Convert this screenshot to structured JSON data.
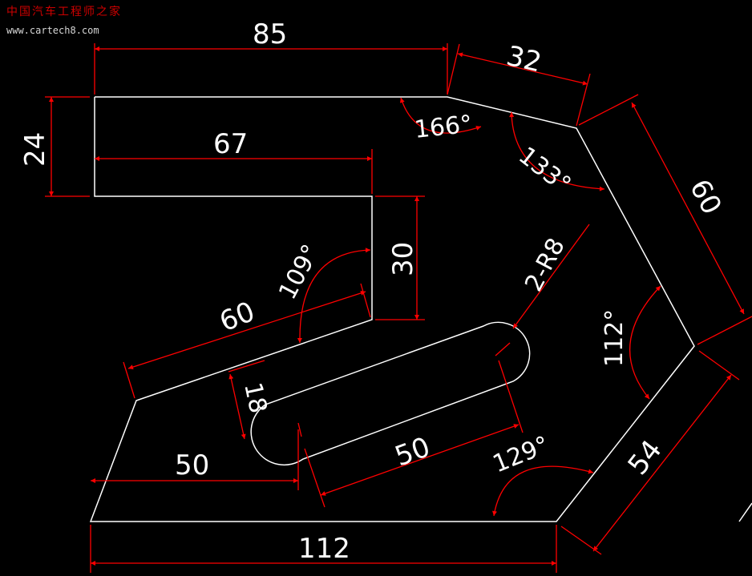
{
  "watermark": {
    "line1": "中国汽车工程师之家",
    "url": "www.cartech8.com"
  },
  "colors": {
    "background": "#000000",
    "outline": "#ffffff",
    "dimension": "#ff0000",
    "text": "#ffffff"
  },
  "dimensions": {
    "d85": "85",
    "d32": "32",
    "d24": "24",
    "d67": "67",
    "d166": "166°",
    "d133": "133°",
    "d60_right": "60",
    "d30": "30",
    "d109": "109°",
    "d2r8": "2-R8",
    "d60_left": "60",
    "d112_angle": "112°",
    "d18": "18",
    "d50_left": "50",
    "d50_slot": "50",
    "d129": "129°",
    "d54": "54",
    "d112": "112"
  }
}
